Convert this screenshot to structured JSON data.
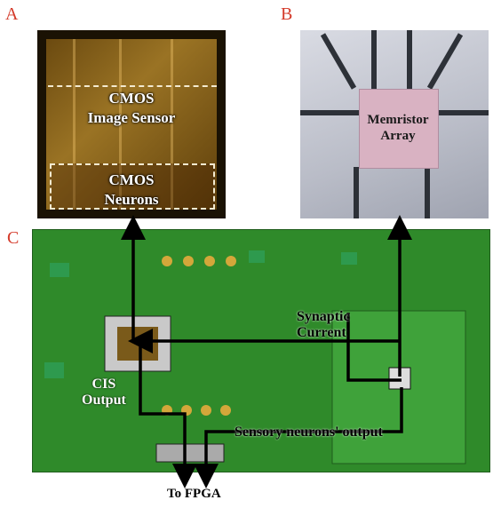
{
  "panels": {
    "a": {
      "letter": "A",
      "top_label_1": "CMOS",
      "top_label_2": "Image Sensor",
      "bottom_label_1": "CMOS",
      "bottom_label_2": "Neurons"
    },
    "b": {
      "letter": "B",
      "label_1": "Memristor",
      "label_2": "Array"
    },
    "c": {
      "letter": "C"
    }
  },
  "annotations": {
    "cis_1": "CIS",
    "cis_2": "Output",
    "synaptic_1": "Synaptic",
    "synaptic_2": "Current",
    "sensory": "Sensory neurons' output",
    "fpga": "To FPGA"
  },
  "colors": {
    "panel_letter": "#d43a2a",
    "board": "#2f8a2a",
    "arrow": "#000000"
  }
}
